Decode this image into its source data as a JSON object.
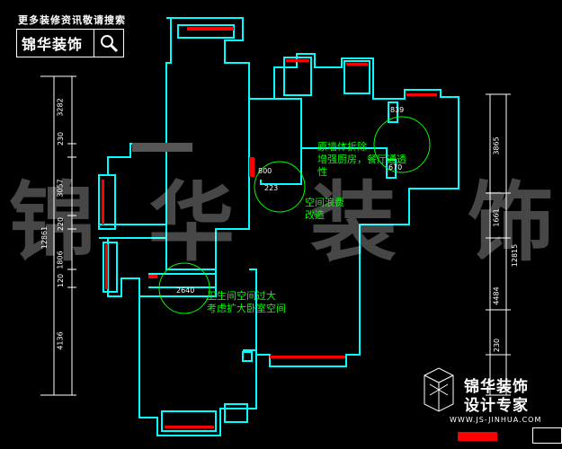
{
  "banner_text": "更多装修资讯敬请搜索",
  "logo_text": "锦华装饰",
  "watermark_chars": [
    "锦",
    "华",
    "装",
    "饰"
  ],
  "annotations": {
    "kitchen_note": [
      "原墙体拆除",
      "增强厨房，餐厅通透",
      "性"
    ],
    "space_note": [
      "空间浪费",
      "改造"
    ],
    "bath_note": [
      "卫生间空间过大",
      "考虑扩大卧室空间"
    ]
  },
  "room_labels": {
    "r1": "800",
    "r2": "223",
    "r3": "839",
    "r4": "670",
    "r5": "2640"
  },
  "dims_left": [
    "3282",
    "230",
    "3057",
    "220",
    "1806",
    "120",
    "4136",
    "12861"
  ],
  "dims_right": [
    "3865",
    "1661",
    "4484",
    "230",
    "12815"
  ],
  "brand": {
    "line1": "锦华装饰",
    "line2": "设计专家",
    "url": "WWW.JS-JINHUA.COM"
  },
  "colors": {
    "wall": "#00ffff",
    "window": "#ff0000",
    "annotation": "#00ff00",
    "dimension": "#ffffff"
  }
}
